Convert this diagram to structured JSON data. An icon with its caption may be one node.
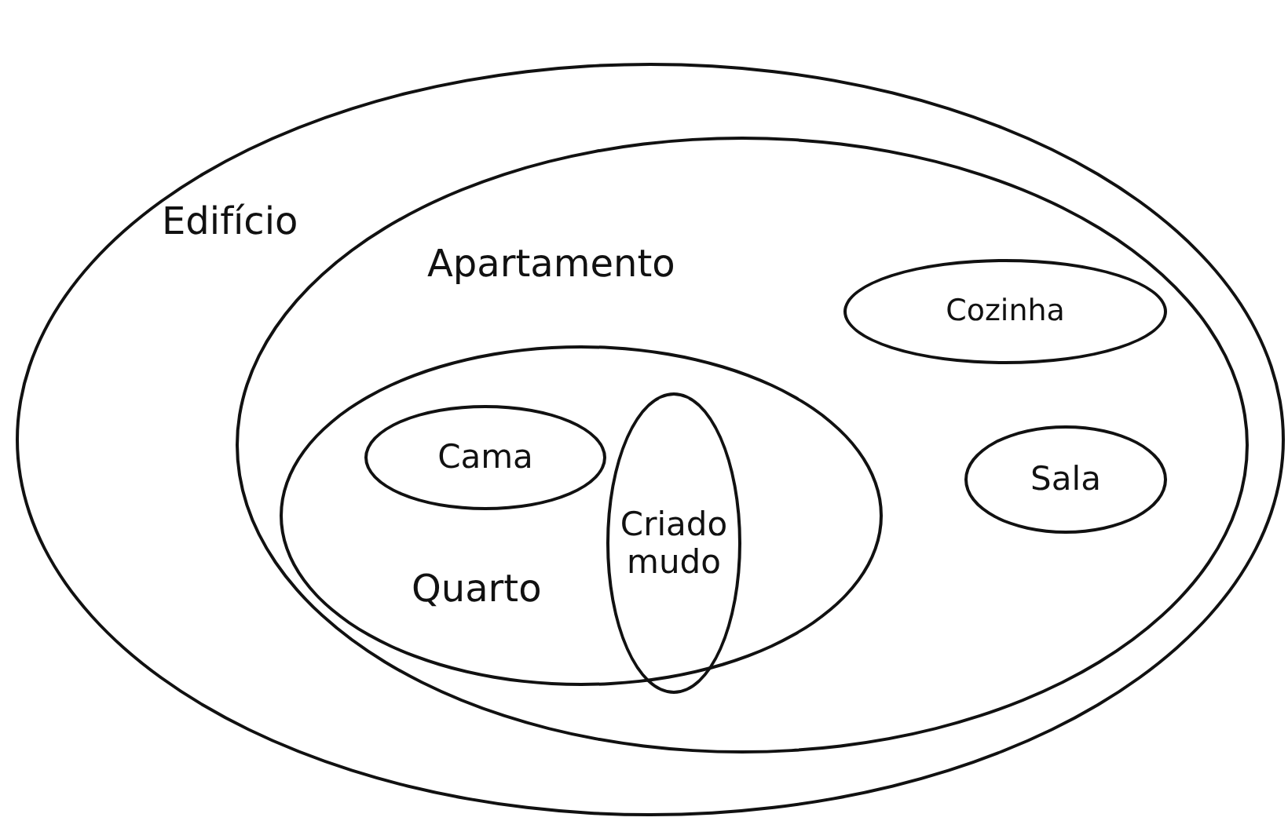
{
  "diagram": {
    "nodes": [
      {
        "text": [
          "Edifício"
        ]
      },
      {
        "text": [
          "Apartamento"
        ],
        "in": 0
      },
      {
        "text": [
          "Cozinha"
        ],
        "in": 1
      },
      {
        "text": [
          "Quarto"
        ],
        "in": 1
      },
      {
        "text": [
          "Cama"
        ],
        "in": 3
      },
      {
        "text": [
          "Criado mudo"
        ],
        "in": 3
      },
      {
        "text": [
          "Sala"
        ],
        "in": 1
      }
    ]
  }
}
